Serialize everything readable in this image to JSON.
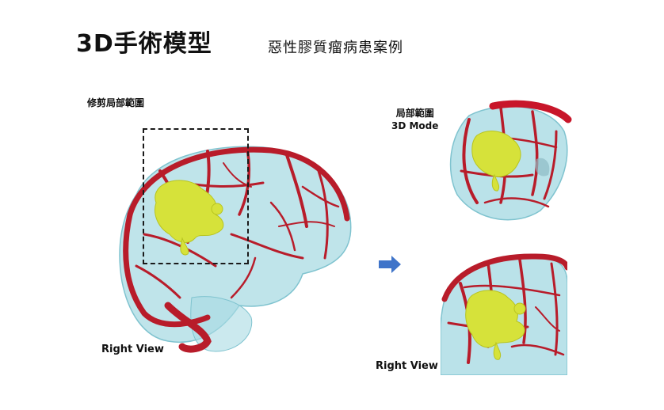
{
  "slide": {
    "title": "3D手術模型",
    "subtitle": "惡性膠質瘤病患案例"
  },
  "labels": {
    "crop_region": "修剪局部範圍",
    "partial_region": "局部範圍",
    "mode": "3D Mode",
    "right_view_left": "Right View",
    "right_view_right": "Right View"
  },
  "colors": {
    "vessel": "#b81c2a",
    "brain_tissue": "#a9dbe3",
    "tumor": "#d6e23a",
    "arrow": "#3f74c9",
    "crop_box": "#1a1a1a"
  },
  "icons": {
    "arrow": "right-arrow-icon"
  }
}
